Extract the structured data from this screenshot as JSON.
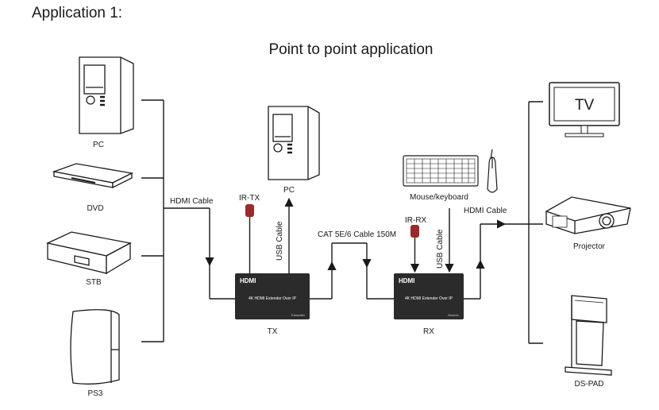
{
  "heading": "Application 1:",
  "subtitle": "Point to point application",
  "colors": {
    "line": "#1a1a1a",
    "device_fill": "#2b2b2b",
    "ir_red": "#9b2a2a",
    "screen": "#ffffff"
  },
  "sources": {
    "pc": "PC",
    "dvd": "DVD",
    "stb": "STB",
    "ps3": "PS3"
  },
  "center": {
    "pc": "PC",
    "mouse_keyboard": "Mouse/keyboard"
  },
  "cables": {
    "hdmi_in": "HDMI Cable",
    "ir_tx": "IR-TX",
    "usb_tx": "USB Cable",
    "cat": "CAT 5E/6 Cable 150M",
    "ir_rx": "IR-RX",
    "usb_rx": "USB Cable",
    "hdmi_out": "HDMI Cable"
  },
  "units": {
    "logo": "HDMI",
    "tx_label": "TX",
    "tx_title": "4K HDMI Extender Over IP",
    "tx_role": "Transmitter",
    "rx_label": "RX",
    "rx_title": "4K HDMI Extender Over IP",
    "rx_role": "Receiver"
  },
  "displays": {
    "tv_screen": "TV",
    "projector": "Projector",
    "ds_pad": "DS-PAD"
  },
  "icons": [
    "pc-tower-icon",
    "dvd-player-icon",
    "set-top-box-icon",
    "ps3-console-icon",
    "keyboard-icon",
    "mouse-icon",
    "tv-icon",
    "projector-icon",
    "ds-pad-icon",
    "ir-sensor-icon"
  ]
}
